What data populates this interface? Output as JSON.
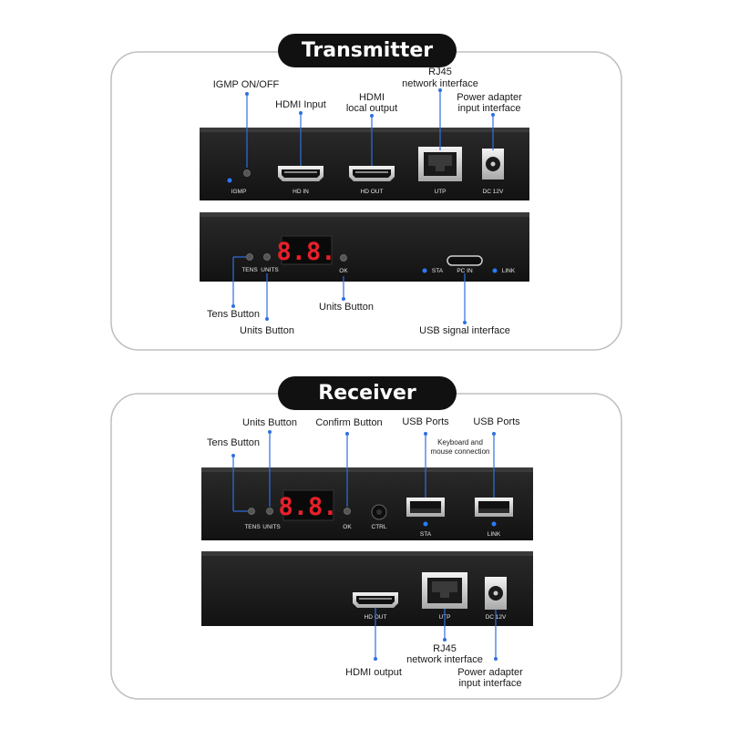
{
  "transmitter": {
    "title": "Transmitter",
    "labels": {
      "igmp_switch": "IGMP ON/OFF",
      "hdmi_input": "HDMI Input",
      "hdmi_local_1": "HDMI",
      "hdmi_local_2": "local output",
      "rj45_1": "RJ45",
      "rj45_2": "network interface",
      "power_1": "Power adapter",
      "power_2": "input interface",
      "tens_button": "Tens Button",
      "units_button": "Units Button",
      "ok_button": "Units Button",
      "usb_signal": "USB signal interface"
    },
    "panel": {
      "igmp": "IGMP",
      "hd_in": "HD IN",
      "hd_out": "HD OUT",
      "utp": "UTP",
      "dc": "DC 12V",
      "tens": "TENS",
      "units": "UNITS",
      "ok": "OK",
      "sta": "STA",
      "pc_in": "PC IN",
      "link": "LINK",
      "display": "8.8."
    }
  },
  "receiver": {
    "title": "Receiver",
    "labels": {
      "units_button": "Units Button",
      "confirm_button": "Confirm Button",
      "usb_ports_1": "USB Ports",
      "usb_ports_2": "USB Ports",
      "tens_button": "Tens Button",
      "keyboard_1": "Keyboard and",
      "keyboard_2": "mouse connection",
      "hdmi_output": "HDMI output",
      "rj45_1": "RJ45",
      "rj45_2": "network interface",
      "power_1": "Power adapter",
      "power_2": "input interface"
    },
    "panel": {
      "tens": "TENS",
      "units": "UNITS",
      "ok": "OK",
      "ctrl": "CTRL",
      "sta": "STA",
      "link": "LINK",
      "hd_out": "HD OUT",
      "utp": "UTP",
      "dc": "DC 12V",
      "display": "8.8."
    }
  },
  "colors": {
    "callout": "#2f6fe0",
    "led": "#2a7bff",
    "display_digit": "#e8202a",
    "device": "#1c1c1c"
  }
}
